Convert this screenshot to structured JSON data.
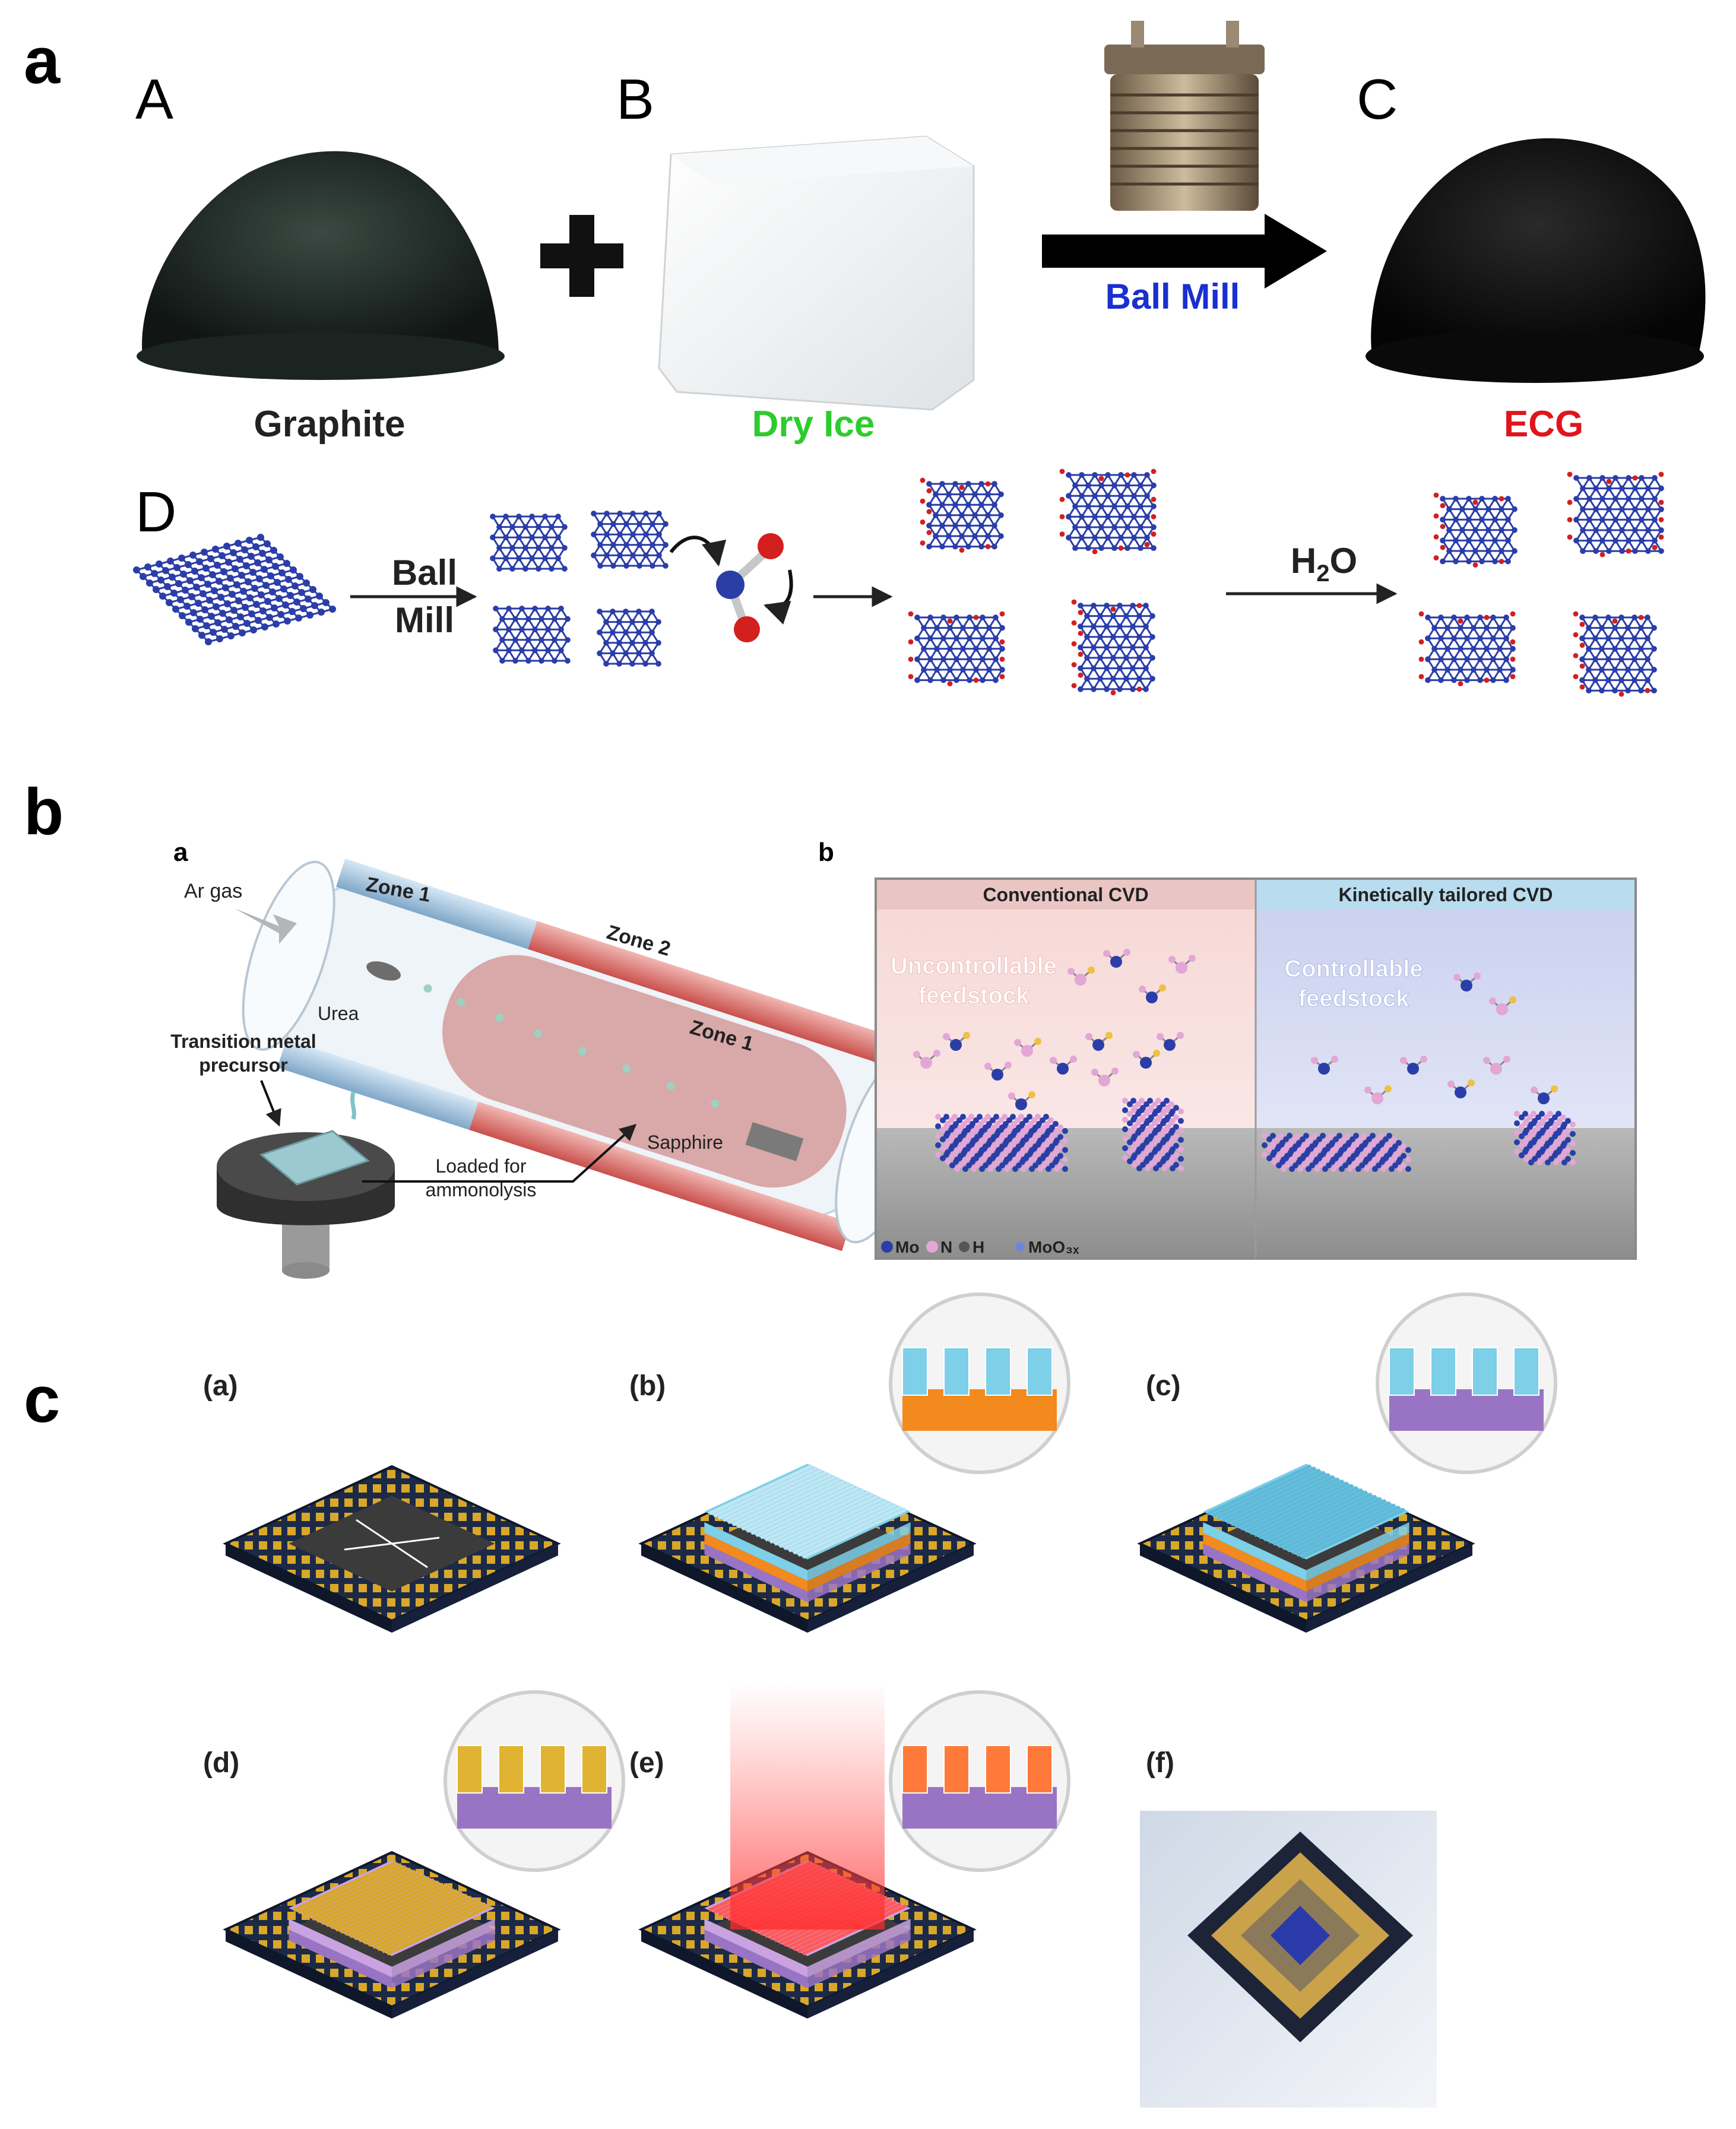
{
  "panel_letters": {
    "a": "a",
    "b": "b",
    "c": "c"
  },
  "panel_a": {
    "label_A": "A",
    "label_B": "B",
    "label_C": "C",
    "label_D": "D",
    "graphite": "Graphite",
    "dry_ice": "Dry Ice",
    "ball_mill": "Ball Mill",
    "ecg": "ECG",
    "ball_mill_step_1": "Ball",
    "ball_mill_step_2": "Mill",
    "water_h": "H",
    "water_sub": "2",
    "water_o": "O"
  },
  "panel_b": {
    "sub_a": "a",
    "sub_b": "b",
    "ar_gas": "Ar gas",
    "zone1_left": "Zone 1",
    "zone2": "Zone 2",
    "zone1_right": "Zone 1",
    "urea": "Urea",
    "precursor_1": "Transition metal",
    "precursor_2": "precursor",
    "loaded_1": "Loaded for",
    "loaded_2": "ammonolysis",
    "sapphire": "Sapphire",
    "conventional": "Conventional CVD",
    "kinetic": "Kinetically tailored CVD",
    "uncontrollable_1": "Uncontrollable",
    "uncontrollable_2": "feedstock",
    "controllable_1": "Controllable",
    "controllable_2": "feedstock",
    "legend_mo": "Mo",
    "legend_n": "N",
    "legend_h": "H",
    "legend_moo": "MoO₃ₓ"
  },
  "panel_c": {
    "a": "(a)",
    "b": "(b)",
    "c": "(c)",
    "d": "(d)",
    "e": "(e)",
    "f": "(f)"
  },
  "colors": {
    "graphite": "#1b2420",
    "dry_ice_label": "#2dcc2d",
    "ball_mill_label": "#1a2fd0",
    "ecg_label": "#e0151b",
    "atom_c": "#2b3ea8",
    "atom_o": "#d41f1f",
    "atom_h": "#8fd9c4",
    "chip_gold": "#d9a72a",
    "chip_board": "#1c2a48",
    "layer_blue": "#7ecfe8",
    "layer_orange": "#f28a1e",
    "layer_purple": "#9a74c4"
  }
}
